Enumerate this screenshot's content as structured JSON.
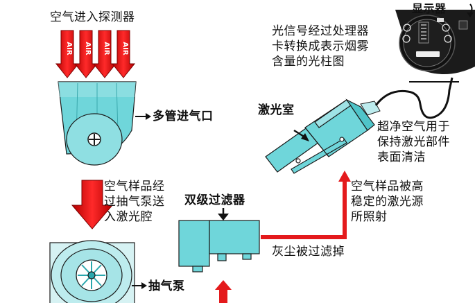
{
  "labels": {
    "air_into_detector": "空气进入探测器",
    "air_word": "AIR",
    "multi_pipe_inlet": "多管进气口",
    "air_sample_to_laser": "空气样品经\n过抽气泵送\n入激光腔",
    "suction_pump": "抽气泵",
    "dual_filter": "双级过滤器",
    "dust_filtered": "灰尘被过滤掉",
    "laser_chamber": "激光室",
    "clean_air": "超净空气用于\n保持激光部件\n表面清洁",
    "illuminated": "空气样品被高\n稳定的激光源\n所照射",
    "processor_text": "光信号经过处理器\n卡转换成表示烟雾\n含量的光柱图",
    "display": "显示器"
  },
  "colors": {
    "cyan_fill": "#6fd6da",
    "cyan_light": "#bdecee",
    "red_arrow": "#e41a1c",
    "outline": "#1a1a1a",
    "display_body": "#1b1b1b"
  }
}
